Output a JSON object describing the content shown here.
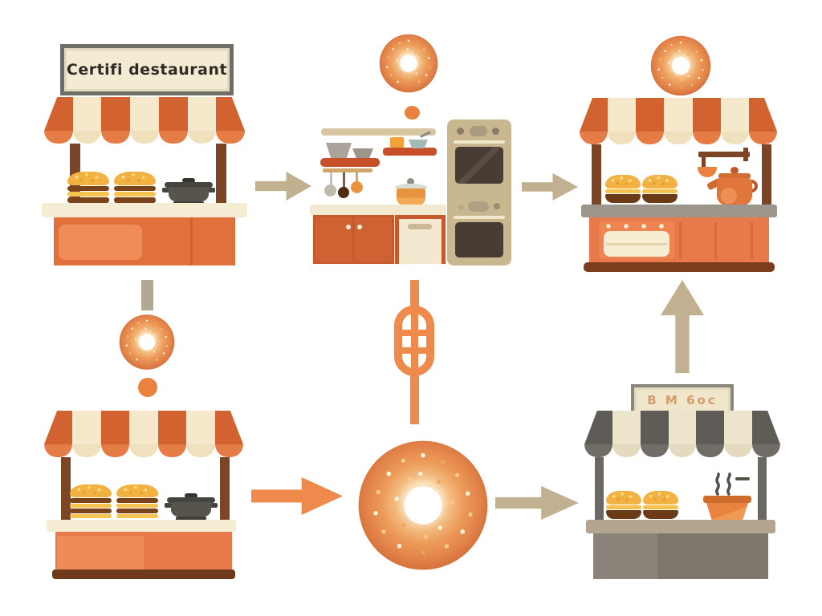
{
  "scene": {
    "background": "#FFFFFF",
    "description": "Flat illustration flow diagram of food stalls, a kitchen and bagels connected by arrows"
  },
  "signs": {
    "stall_top_left": "Certifi destaurant",
    "stall_bottom_right": "B M 6oc"
  },
  "nodes": [
    {
      "id": "stall-top-left",
      "kind": "food-stall",
      "sign": "Certifi destaurant",
      "items": [
        "burger",
        "burger",
        "gray-pot"
      ]
    },
    {
      "id": "kitchen",
      "kind": "kitchen",
      "items": [
        "shelves",
        "bowls",
        "hanging-utensils",
        "orange-pot",
        "cabinet",
        "dishwasher",
        "double-oven"
      ],
      "marker_above": [
        "bagel-icon",
        "orange-dot"
      ]
    },
    {
      "id": "stall-top-right",
      "kind": "food-stall",
      "items": [
        "burger",
        "burger",
        "hanging-ladle",
        "orange-kettle"
      ],
      "marker_above": [
        "bagel-icon"
      ]
    },
    {
      "id": "stall-bottom-left",
      "kind": "food-stall",
      "items": [
        "burger",
        "burger",
        "gray-pot"
      ],
      "marker_above": [
        "bagel-icon",
        "orange-dot"
      ]
    },
    {
      "id": "bagel-large",
      "kind": "bagel"
    },
    {
      "id": "stall-bottom-right",
      "kind": "food-stall",
      "sign": "B M 6oc",
      "items": [
        "burger",
        "burger",
        "steaming-orange-pot"
      ]
    }
  ],
  "edges": [
    {
      "from": "stall-top-left",
      "to": "kitchen",
      "style": "tan-arrow-right"
    },
    {
      "from": "kitchen",
      "to": "stall-top-right",
      "style": "tan-arrow-right"
    },
    {
      "from": "stall-top-left",
      "to": "stall-bottom-left",
      "style": "tan-bar-down"
    },
    {
      "from": "kitchen",
      "to": "bagel-large",
      "style": "orange-capsule-line-down"
    },
    {
      "from": "stall-bottom-left",
      "to": "bagel-large",
      "style": "orange-arrow-right"
    },
    {
      "from": "bagel-large",
      "to": "stall-bottom-right",
      "style": "tan-arrow-right"
    },
    {
      "from": "stall-bottom-right",
      "to": "stall-top-right",
      "style": "tan-arrow-up"
    }
  ],
  "colors": {
    "awning_orange": "#D2622F",
    "awning_cream": "#F6E8CB",
    "awning_gray": "#5F5B56",
    "stall_orange": "#E8794A",
    "stall_gray": "#8A847A",
    "post_brown": "#7B4526",
    "counter_cream": "#F4ECD3",
    "counter_gray": "#9C968C",
    "arrow_tan": "#C2B191",
    "arrow_orange": "#EE8A4B",
    "bagel_crust": "#E5874C",
    "pot_gray": "#57544E",
    "oven_tan": "#C9B88F",
    "shelf_red": "#C7502B"
  }
}
